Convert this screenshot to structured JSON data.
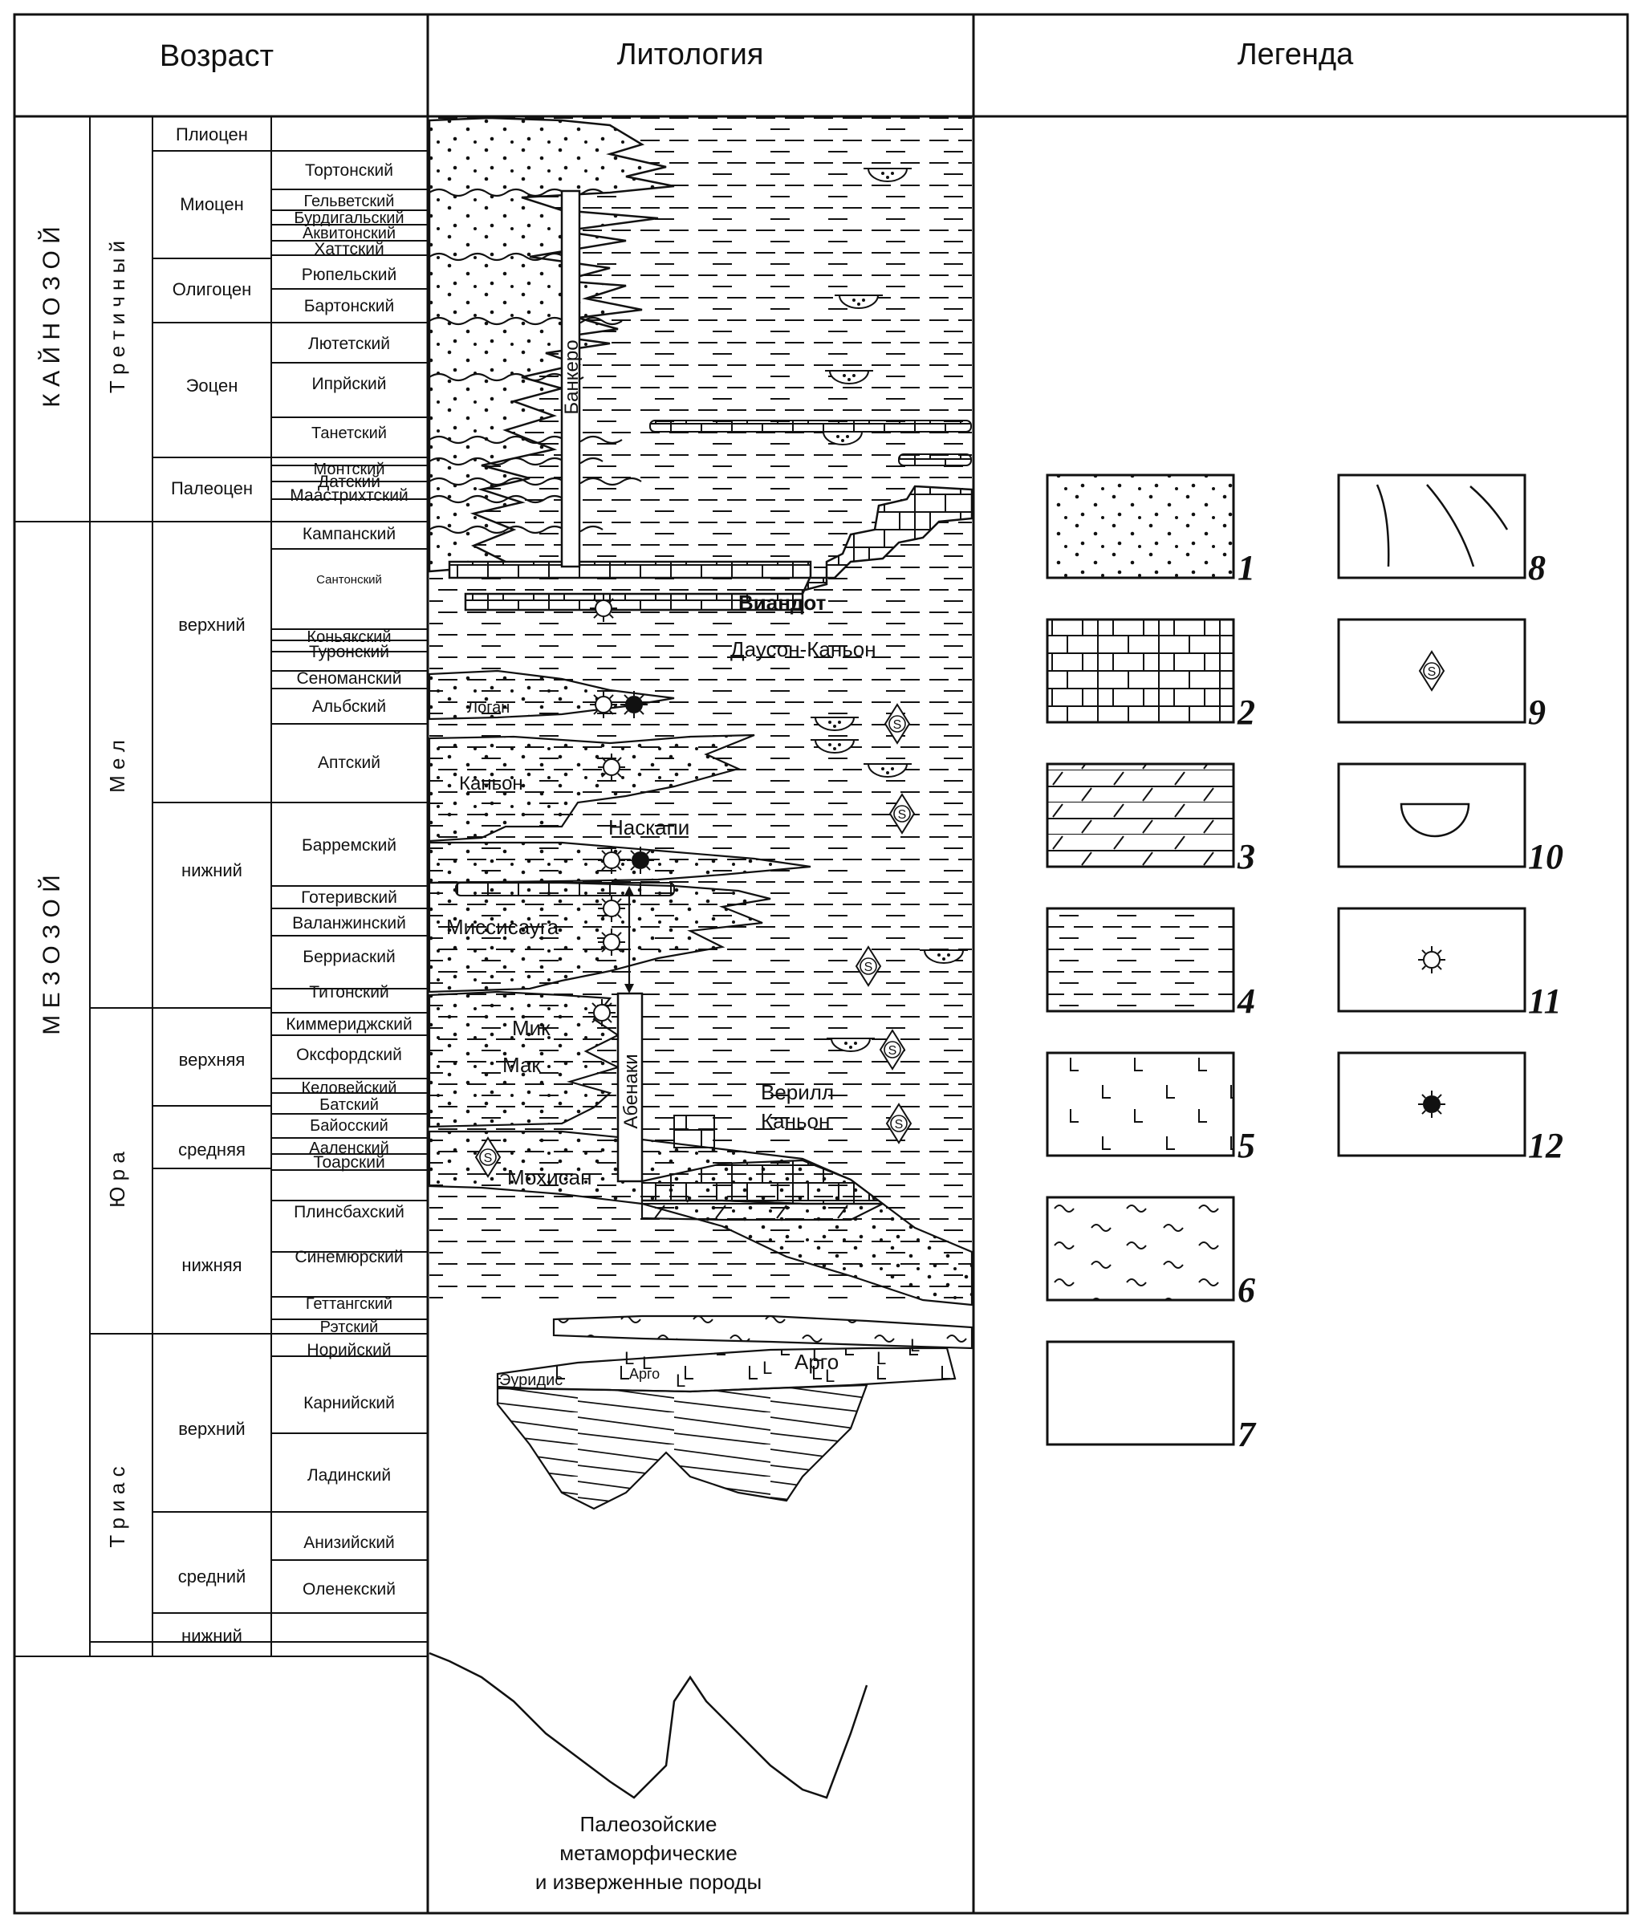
{
  "headers": {
    "age": "Возраст",
    "lithology": "Литология",
    "legend": "Легенда"
  },
  "eras": [
    {
      "label": "К А Й Н О З О Й"
    },
    {
      "label": "М Е З О З О Й"
    }
  ],
  "periods": [
    {
      "label": "Т р е т и ч н ы й"
    },
    {
      "label": "М е л"
    },
    {
      "label": "Ю р а"
    },
    {
      "label": "Т р и а с"
    }
  ],
  "epochs": [
    "Плиоцен",
    "Миоцен",
    "Олигоцен",
    "Эоцен",
    "Палеоцен",
    "верхний",
    "нижний",
    "верхняя",
    "средняя",
    "нижняя",
    "верхний",
    "средний",
    "нижний"
  ],
  "stages": [
    "Тортонский",
    "Гельветский",
    "Бурдигальский",
    "Аквитонский",
    "Хаттский",
    "Рюпельский",
    "Бартонский",
    "Лютетский",
    "Ипрйский",
    "Танетский",
    "Монтский",
    "Датский",
    "Маастрихтский",
    "Кампанский",
    "Сантонский",
    "Коньякский",
    "Туронский",
    "Сеноманский",
    "Альбский",
    "Аптский",
    "Барремский",
    "Готеривский",
    "Валанжинский",
    "Берриаский",
    "Титонский",
    "Киммериджский",
    "Оксфордский",
    "Келовейский",
    "Батский",
    "Байосский",
    "Ааленский",
    "Тоарский",
    "Плинсбахский",
    "Синемюрский",
    "Геттангский",
    "Рэтский",
    "Норийский",
    "Карнийский",
    "Ладинский",
    "Анизийский",
    "Оленекский"
  ],
  "formations": [
    "Банкеро",
    "Виандот",
    "Даусон-Каньон",
    "Логан",
    "Каньон",
    "Наскапи",
    "Миссисауга",
    "Мик",
    "Мак",
    "Абенаки",
    "Верилл",
    "Каньон",
    "Мохисан",
    "Эуридис",
    "Арго",
    "Арго"
  ],
  "basement": [
    "Палеозойские",
    "метаморфические",
    "и изверженные породы"
  ],
  "legend_numbers": [
    "1",
    "2",
    "3",
    "4",
    "5",
    "6",
    "7",
    "8",
    "9",
    "10",
    "11",
    "12"
  ],
  "symbol_letter": "S",
  "lithology_letter": "L"
}
